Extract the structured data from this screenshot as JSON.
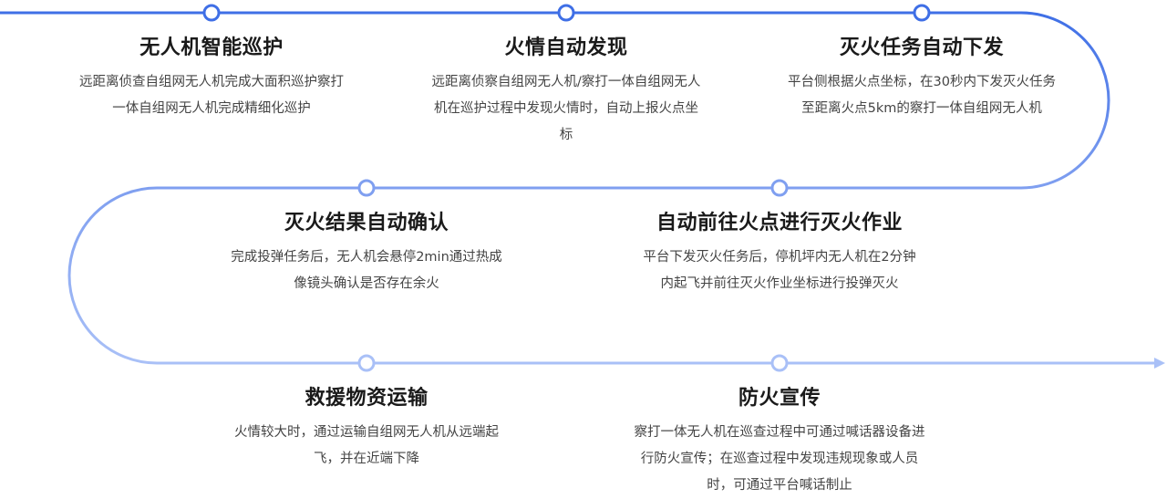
{
  "colors": {
    "line_top": "#3f6fe6",
    "line_mid": "#7f9ff0",
    "line_bottom": "#a9c0f7",
    "node_fill": "#ffffff"
  },
  "steps": [
    {
      "title": "无人机智能巡护",
      "desc": "远距离侦查自组网无人机完成大面积巡护察打一体自组网无人机完成精细化巡护"
    },
    {
      "title": "火情自动发现",
      "desc": "远距离侦察自组网无人机/察打一体自组网无人机在巡护过程中发现火情时，自动上报火点坐标"
    },
    {
      "title": "灭火任务自动下发",
      "desc": "平台侧根据火点坐标，在30秒内下发灭火任务至距离火点5km的察打一体自组网无人机"
    },
    {
      "title": "灭火结果自动确认",
      "desc": "完成投弹任务后，无人机会悬停2min通过热成像镜头确认是否存在余火"
    },
    {
      "title": "自动前往火点进行灭火作业",
      "desc": "平台下发灭火任务后，停机坪内无人机在2分钟内起飞并前往灭火作业坐标进行投弹灭火"
    },
    {
      "title": "救援物资运输",
      "desc": "火情较大时，通过运输自组网无人机从远端起飞，并在近端下降"
    },
    {
      "title": "防火宣传",
      "desc": "察打一体无人机在巡查过程中可通过喊话器设备进行防火宣传；在巡查过程中发现违规现象或人员时，可通过平台喊话制止"
    }
  ]
}
